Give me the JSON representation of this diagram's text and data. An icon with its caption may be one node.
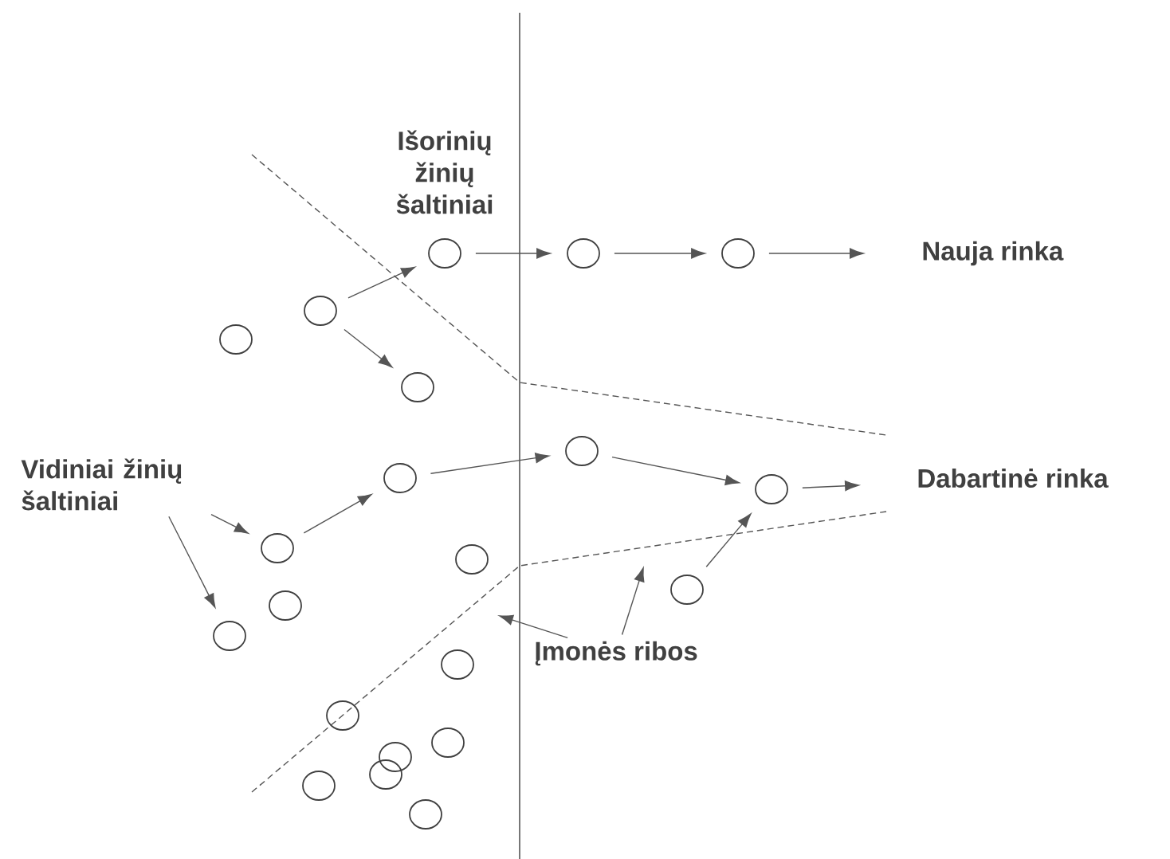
{
  "diagram": {
    "nodes": [
      {
        "text": [
          "Nauja rinka"
        ]
      },
      {
        "text": [
          "Dabartinė rinka"
        ]
      },
      {
        "text": [
          "Vidiniai žinių šaltiniai"
        ]
      },
      {
        "text": [
          "Įmonės ribos"
        ]
      },
      {
        "text": [],
        "shape": "circle"
      },
      {
        "text": [],
        "shape": "circle"
      },
      {
        "text": [],
        "shape": "circle"
      },
      {
        "text": [],
        "shape": "circle"
      },
      {
        "text": [],
        "shape": "circle"
      },
      {
        "text": [],
        "shape": "circle"
      },
      {
        "text": [],
        "shape": "circle"
      },
      {
        "text": [],
        "shape": "circle"
      },
      {
        "text": [],
        "shape": "circle"
      },
      {
        "text": [],
        "shape": "circle"
      },
      {
        "text": [],
        "shape": "circle"
      },
      {
        "text": [],
        "shape": "circle"
      },
      {
        "text": [],
        "shape": "circle"
      },
      {
        "text": [],
        "shape": "circle"
      },
      {
        "text": [],
        "shape": "circle"
      },
      {
        "text": [],
        "shape": "circle"
      },
      {
        "text": [],
        "shape": "circle"
      },
      {
        "text": [],
        "shape": "circle"
      },
      {
        "text": [],
        "shape": "circle"
      },
      {
        "text": [],
        "shape": "circle"
      },
      {
        "text": [],
        "shape": "circle"
      }
    ],
    "edges": [
      {
        "from": 7,
        "to": 4,
        "arrow": "to"
      },
      {
        "from": 4,
        "to": 5,
        "arrow": "to"
      },
      {
        "from": 5,
        "to": 6,
        "arrow": "to"
      },
      {
        "from": 6,
        "to": 0,
        "arrow": "to"
      },
      {
        "from": 7,
        "to": 9,
        "arrow": "to"
      },
      {
        "from": 11,
        "to": 10,
        "arrow": "to"
      },
      {
        "from": 10,
        "to": 12,
        "arrow": "to"
      },
      {
        "from": 12,
        "to": 1,
        "arrow": "to"
      },
      {
        "from": 13,
        "to": 11,
        "arrow": "to"
      },
      {
        "from": 15,
        "to": 12,
        "arrow": "to"
      },
      {
        "from": 2,
        "to": 13,
        "arrow": "to"
      },
      {
        "from": 2,
        "to": 17,
        "arrow": "to"
      },
      {
        "from": 3,
        "to": null,
        "arrow": "to"
      },
      {
        "from": 3,
        "to": null,
        "arrow": "to"
      }
    ],
    "labels": [
      "Išorinių žinių šaltiniai"
    ]
  }
}
